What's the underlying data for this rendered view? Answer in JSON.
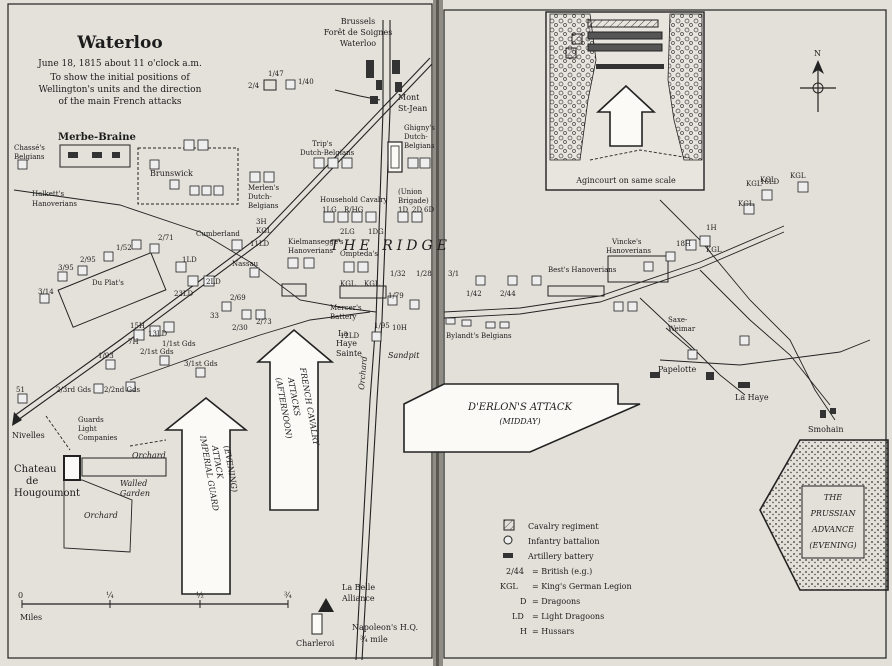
{
  "title": "Waterloo",
  "subtitle_lines": [
    "June 18, 1815 about 11 o'clock a.m.",
    "To show the initial positions of",
    "Wellington's units and the direction",
    "of the main French attacks"
  ],
  "places": {
    "brussels": [
      "Brussels",
      "Forêt de Soignes",
      "Waterloo"
    ],
    "mont_st_jean": [
      "Mont",
      "St-Jean"
    ],
    "merbe_braine": "Merbe-Braine",
    "nivelles": "Nivelles",
    "chateau": [
      "Chateau",
      "de",
      "Hougoumont"
    ],
    "la_haye_sainte": [
      "La",
      "Haye",
      "Sainte"
    ],
    "sandpit": "Sandpit",
    "papelotte": "Papelotte",
    "la_haye": "La Haye",
    "smohain": "Smohain",
    "la_belle_alliance": [
      "La Belle",
      "Alliance"
    ],
    "charleroi": "Charleroi",
    "napoleon_hq": [
      "Napoleon's H.Q.",
      "¾ mile"
    ],
    "orchard": "Orchard",
    "walled_garden": [
      "Walled",
      "Garden"
    ],
    "the_ridge": "THE                        RIDGE"
  },
  "units": {
    "chasse": [
      "Chassé's",
      "Belgians"
    ],
    "halkett": [
      "Halkett's",
      "Hanoverians"
    ],
    "brunswick": "Brunswick",
    "merlen": [
      "Merlen's",
      "Dutch-",
      "Belgians"
    ],
    "trip": [
      "Trip's",
      "Dutch-Belgians"
    ],
    "ghigny": [
      "Ghigny's",
      "Dutch-",
      "Belgians"
    ],
    "household": "Household Cavalry",
    "union": [
      "(Union",
      "Brigade)"
    ],
    "cumberland": "Cumberland",
    "nassau": "Nassau",
    "kielmansegge": [
      "Kielmansegge's",
      "Hanoverians"
    ],
    "ompteda": "Ompteda's",
    "du_plat": "Du Plat's",
    "mercer": [
      "Mercer's",
      "Battery"
    ],
    "bylandt": "Bylandt's Belgians",
    "best": "Best's Hanoverians",
    "vincke": [
      "Vincke's",
      "Hanoverians"
    ],
    "saxe_weimar": [
      "Saxe-",
      "Weimar"
    ],
    "guards_light": [
      "Guards",
      "Light",
      "Companies"
    ],
    "labels": [
      "1/47",
      "1/40",
      "2/4",
      "1LG",
      "R/HG",
      "2LG",
      "1DG",
      "1D",
      "2D",
      "6D",
      "3H",
      "KGL",
      "2/95",
      "3/95",
      "1/52",
      "2/71",
      "3/14",
      "1LD",
      "2LD",
      "23LD",
      "1/95",
      "KGL",
      "KGL",
      "2/69",
      "2/30",
      "2/73",
      "33",
      "13LD",
      "7H",
      "15H",
      "3/1",
      "1/32",
      "1/28",
      "1/79",
      "1/42",
      "2/44",
      "1/93",
      "1/1st Gds",
      "2/1st Gds",
      "3/1st Gds",
      "2/3rd Gds",
      "2/2nd Gds",
      "51",
      "KGL",
      "KGL",
      "KGL",
      "KGL",
      "1H",
      "KGL",
      "18H",
      "10H",
      "11LD",
      "12LD",
      "16LD"
    ]
  },
  "attacks": {
    "imperial_guard": [
      "IMPERIAL GUARD",
      "ATTACK",
      "(EVENING)"
    ],
    "french_cavalry": [
      "FRENCH CAVALRY",
      "ATTACKS",
      "(AFTERNOON)"
    ],
    "derlon": [
      "D'ERLON'S ATTACK",
      "(MIDDAY)"
    ],
    "prussian": [
      "THE",
      "PRUSSIAN",
      "ADVANCE",
      "(EVENING)"
    ]
  },
  "inset": {
    "caption": "Agincourt on same scale"
  },
  "scale": {
    "unit": "Miles",
    "ticks": [
      "0",
      "¼",
      "½",
      "¾"
    ]
  },
  "legend": [
    {
      "symbol": "cavalry",
      "text": "Cavalry regiment"
    },
    {
      "symbol": "infantry",
      "text": "Infantry battalion"
    },
    {
      "symbol": "artillery",
      "text": "Artillery battery"
    },
    {
      "symbol": "",
      "key": "2/44",
      "text": "= British (e.g.)"
    },
    {
      "symbol": "",
      "key": "KGL",
      "text": "= King's German Legion"
    },
    {
      "symbol": "",
      "key": "D",
      "text": "= Dragoons"
    },
    {
      "symbol": "",
      "key": "LD",
      "text": "= Light Dragoons"
    },
    {
      "symbol": "",
      "key": "H",
      "text": "= Hussars"
    }
  ]
}
